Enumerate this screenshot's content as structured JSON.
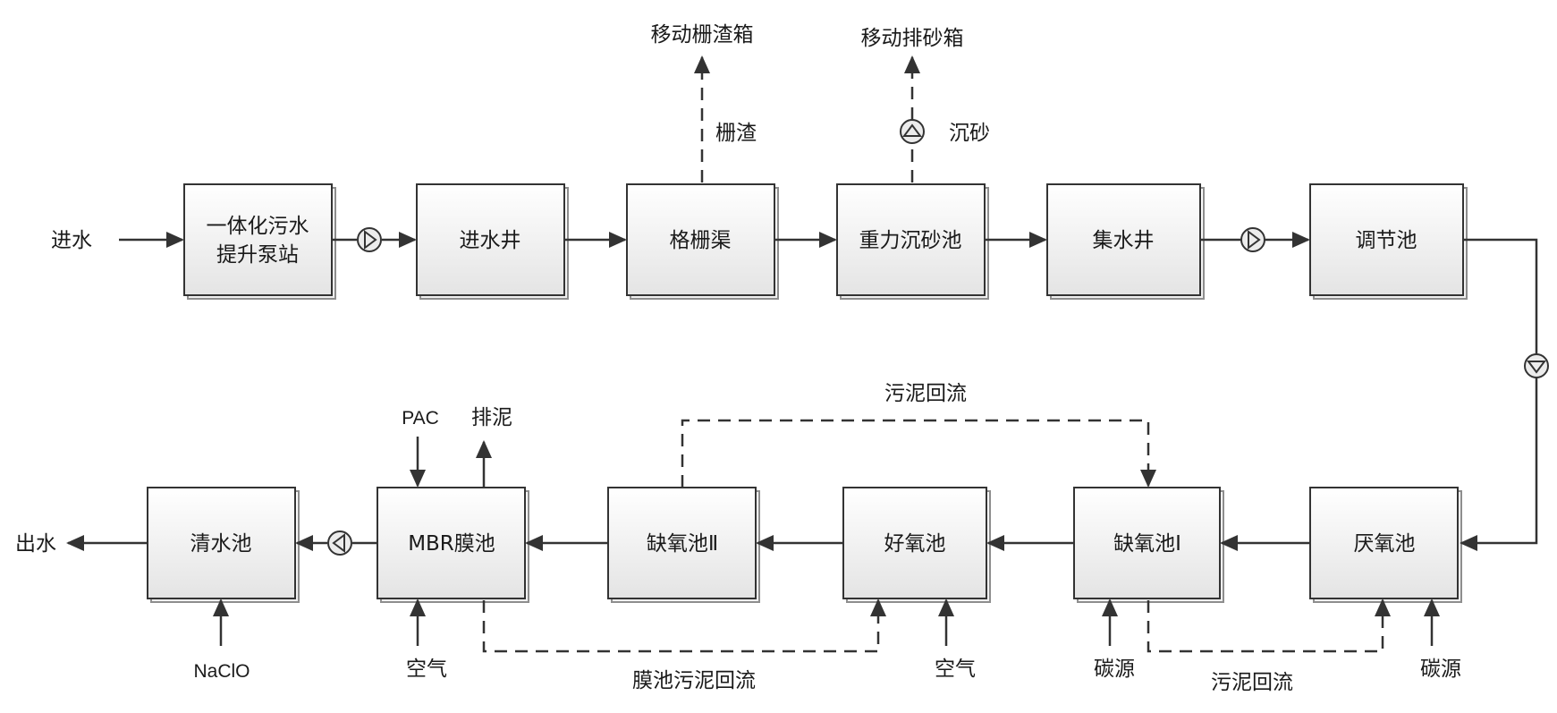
{
  "colors": {
    "line": "#333333",
    "box_fill_top": "#ffffff",
    "box_fill_bottom": "#e4e4e4"
  },
  "boxes": {
    "lift_station": {
      "line1": "一体化污水",
      "line2": "提升泵站"
    },
    "inlet_well": "进水井",
    "grille_channel": "格栅渠",
    "grit_chamber": "重力沉砂池",
    "collection_well": "集水井",
    "regulating_tank": "调节池",
    "anaerobic_tank": "厌氧池",
    "anoxic_tank_1": "缺氧池Ⅰ",
    "aerobic_tank": "好氧池",
    "anoxic_tank_2": "缺氧池Ⅱ",
    "mbr_tank": "MBR膜池",
    "clear_water_tank": "清水池"
  },
  "labels": {
    "water_in": "进水",
    "water_out": "出水",
    "screenings_box": "移动栅渣箱",
    "screenings": "栅渣",
    "grit_box": "移动排砂箱",
    "grit": "沉砂",
    "sludge_return_top": "污泥回流",
    "sludge_return_bottom": "污泥回流",
    "membrane_sludge_return": "膜池污泥回流",
    "pac": "PAC",
    "sludge_discharge": "排泥",
    "air_mbr": "空气",
    "air_aerobic": "空气",
    "naclo": "NaClO",
    "carbon_source_anoxic": "碳源",
    "carbon_source_anaerobic": "碳源"
  },
  "icons": [
    "pump-icon"
  ]
}
